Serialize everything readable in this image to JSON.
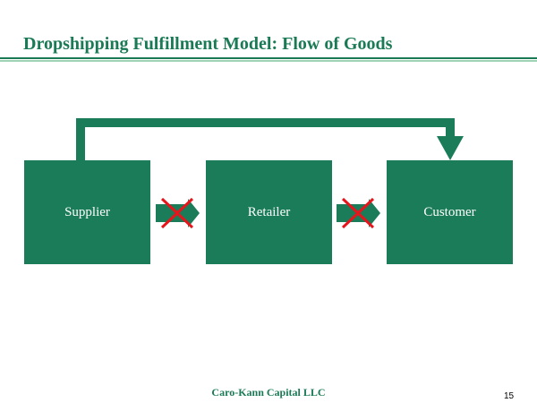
{
  "title": "Dropshipping Fulfillment Model: Flow of Goods",
  "nodes": [
    "Supplier",
    "Retailer",
    "Customer"
  ],
  "footer": "Caro-Kann Capital LLC",
  "page_number": "15",
  "colors": {
    "green": "#1a7c58",
    "cross": "#e8141b"
  }
}
